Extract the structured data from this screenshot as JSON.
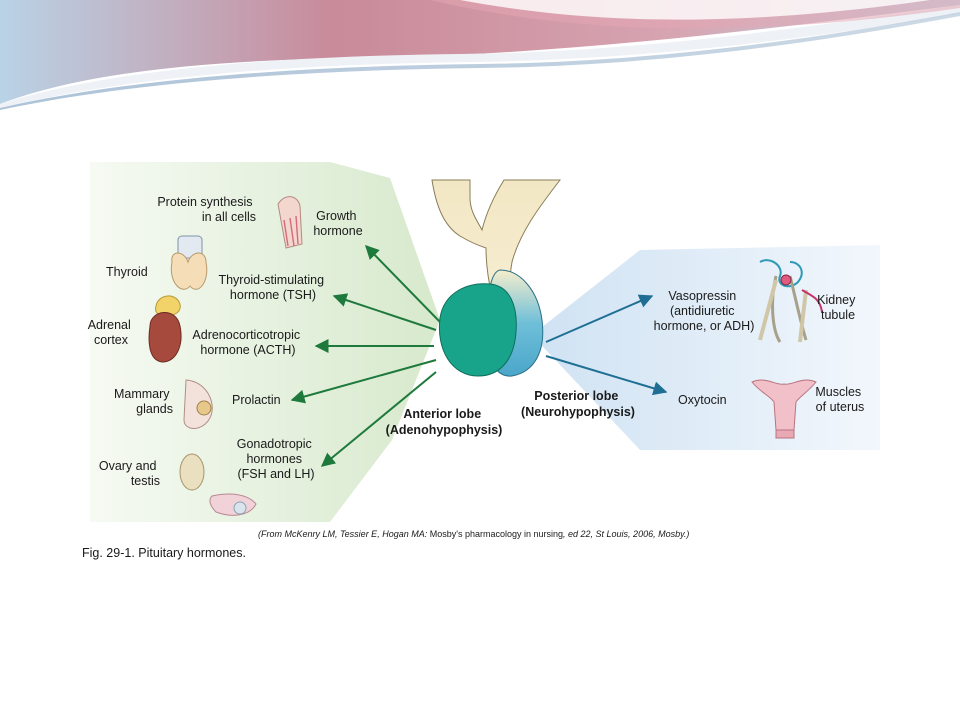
{
  "diagram": {
    "anterior": {
      "lobe_line1": "Anterior lobe",
      "lobe_line2": "(Adenohypophysis)",
      "targets": [
        {
          "target": [
            "Protein synthesis",
            "in all cells"
          ],
          "hormone": [
            "Growth",
            "hormone"
          ]
        },
        {
          "target": [
            "Thyroid"
          ],
          "hormone": [
            "Thyroid-stimulating",
            "hormone (TSH)"
          ]
        },
        {
          "target": [
            "Adrenal",
            "cortex"
          ],
          "hormone": [
            "Adrenocorticotropic",
            "hormone (ACTH)"
          ]
        },
        {
          "target": [
            "Mammary",
            "glands"
          ],
          "hormone": [
            "Prolactin"
          ]
        },
        {
          "target": [
            "Ovary and",
            "testis"
          ],
          "hormone": [
            "Gonadotropic",
            "hormones",
            "(FSH and LH)"
          ]
        }
      ]
    },
    "posterior": {
      "lobe_line1": "Posterior lobe",
      "lobe_line2": "(Neurohypophysis)",
      "targets": [
        {
          "hormone": [
            "Vasopressin",
            "(antidiuretic",
            "hormone, or ADH)"
          ],
          "target": [
            "Kidney",
            "tubule"
          ]
        },
        {
          "hormone": [
            "Oxytocin"
          ],
          "target": [
            "Muscles",
            "of uterus"
          ]
        }
      ]
    },
    "citation_prefix": "(From McKenry LM, Tessier E, Hogan MA: ",
    "citation_title": "Mosby's pharmacology in nursing",
    "citation_suffix": ", ed 22, St Louis, 2006, Mosby.)",
    "caption": "Fig. 29-1. Pituitary hormones.",
    "colors": {
      "anterior_arrow": "#1e7a3c",
      "posterior_arrow": "#1f6f94",
      "anterior_panel": "#e6f1e0",
      "posterior_panel": "#ddeaf6",
      "anterior_lobe": "#1aa88e",
      "posterior_lobe": "#5ab0d0"
    }
  }
}
